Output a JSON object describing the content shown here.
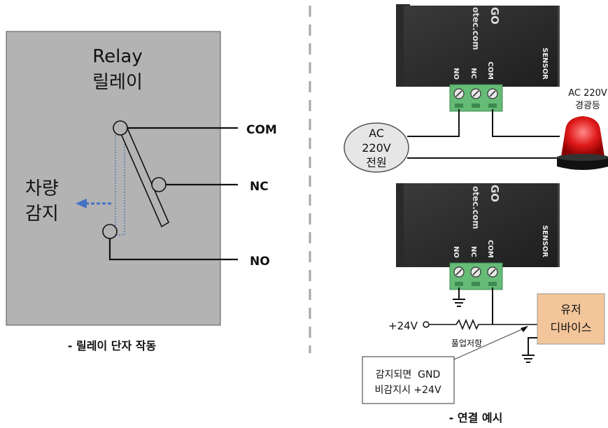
{
  "relay": {
    "title_en": "Relay",
    "title_ko": "릴레이",
    "vehicle_line1": "차량",
    "vehicle_line2": "감지",
    "com_label": "COM",
    "nc_label": "NC",
    "no_label": "NO",
    "caption": "- 릴레이 단자 작동"
  },
  "device": {
    "website_fragment": "otec.com",
    "logo_fragment": "GO",
    "terminal_no": "NO",
    "terminal_nc": "NC",
    "terminal_com": "COM",
    "sensor_label": "SENSOR"
  },
  "example": {
    "power_line1": "AC",
    "power_line2": "220V",
    "power_line3": "전원",
    "lamp_line1": "AC 220V",
    "lamp_line2": "경광등",
    "voltage_label": "+24V",
    "resistor_label": "풀업저항",
    "user_device_line1": "유저",
    "user_device_line2": "디바이스",
    "note_line1": "감지되면  GND",
    "note_line2": "비감지시 +24V",
    "caption": "- 연결 예시"
  },
  "colors": {
    "relay_box": "#b3b3b3",
    "terminal_green": "#66bb77",
    "device_body": "#2b2b2b",
    "user_device": "#f3c59a",
    "lamp_red": "#e01a1a",
    "arrow_blue": "#4472c4"
  }
}
